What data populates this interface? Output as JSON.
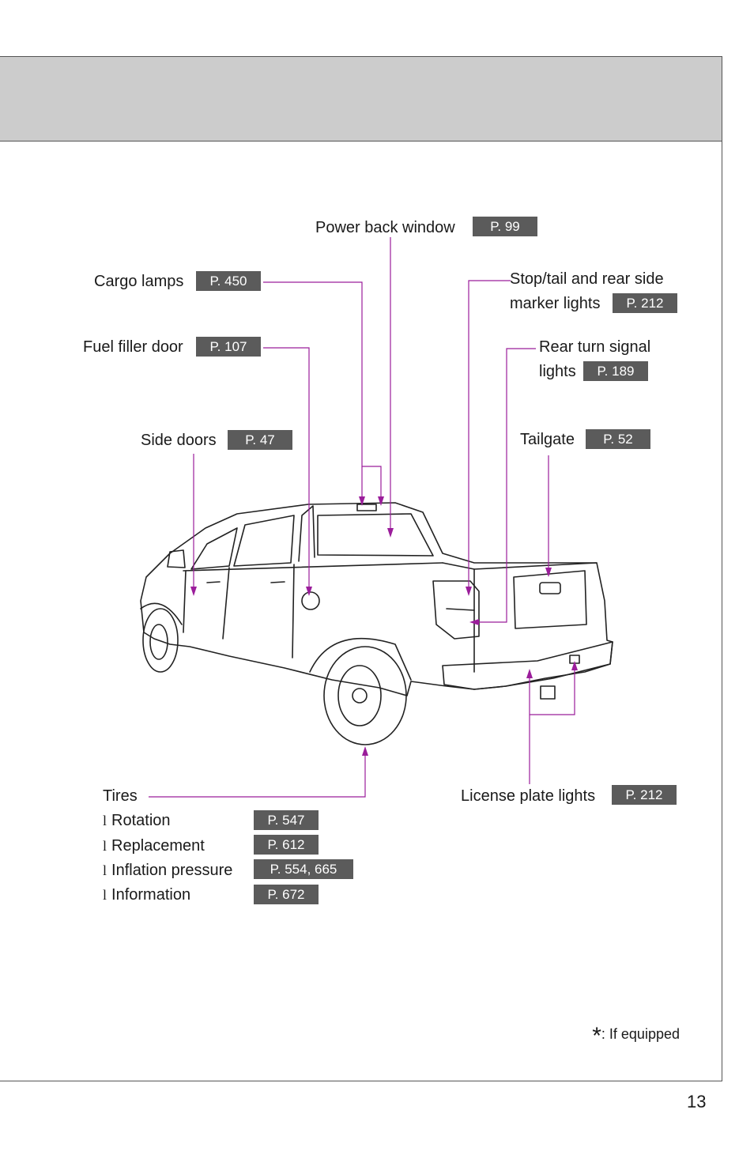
{
  "callouts": {
    "power_back_window": {
      "label": "Power back window",
      "page": "P. 99"
    },
    "cargo_lamps": {
      "label": "Cargo lamps",
      "page": "P. 450"
    },
    "fuel_filler_door": {
      "label": "Fuel filler door",
      "page": "P. 107"
    },
    "side_doors": {
      "label": "Side doors",
      "page": "P. 47"
    },
    "stop_tail": {
      "label_line1": "Stop/tail and rear side",
      "label_line2": "marker lights",
      "page": "P. 212"
    },
    "rear_turn": {
      "label_line1": "Rear turn signal",
      "label_line2": "lights",
      "page": "P. 189"
    },
    "tailgate": {
      "label": "Tailgate",
      "page": "P. 52"
    },
    "license_plate": {
      "label": "License plate lights",
      "page": "P. 212"
    }
  },
  "tires": {
    "title": "Tires",
    "bullet": "l",
    "items": [
      {
        "label": "Rotation",
        "page": "P. 547"
      },
      {
        "label": "Replacement",
        "page": "P. 612"
      },
      {
        "label": "Inflation pressure",
        "page": "P. 554, 665"
      },
      {
        "label": "Information",
        "page": "P. 672"
      }
    ]
  },
  "legend": {
    "symbol": "*",
    "text": ": If equipped"
  },
  "page_number": "13",
  "colors": {
    "leader": "#9b1d9b",
    "page_box": "#5b5b5b",
    "header_band": "#cccccc"
  }
}
